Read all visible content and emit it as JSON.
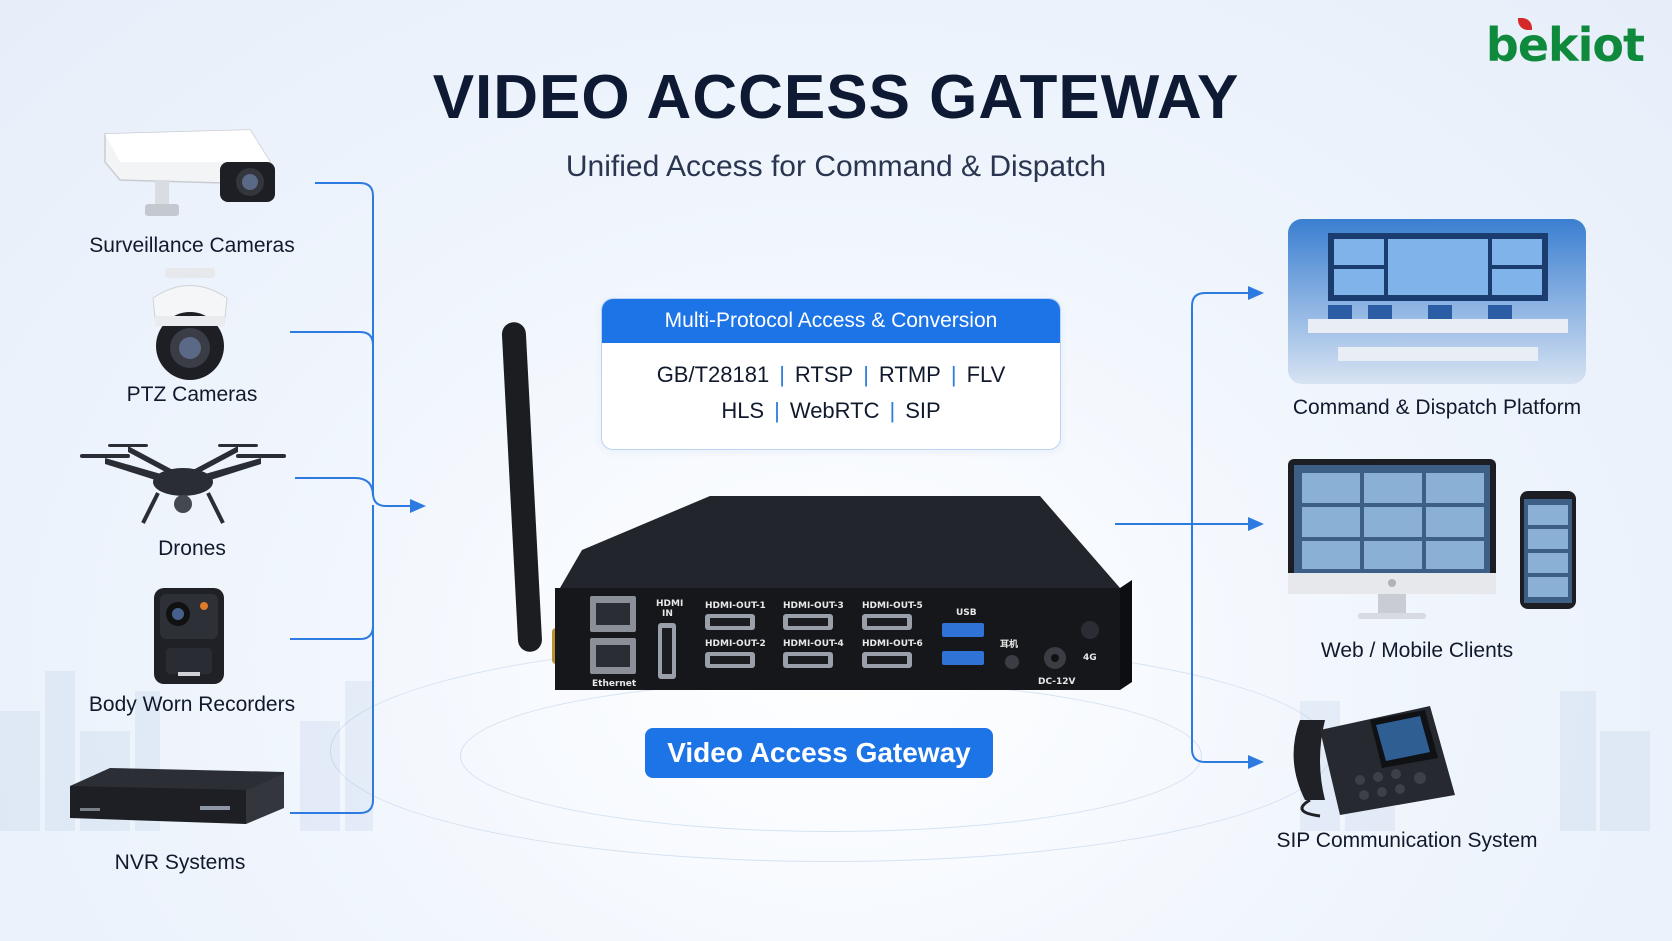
{
  "header": {
    "title": "VIDEO ACCESS GATEWAY",
    "subtitle": "Unified Access for Command & Dispatch",
    "logo": "bekiot"
  },
  "sources": [
    {
      "label": "Surveillance Cameras",
      "icon": "bullet-camera-icon"
    },
    {
      "label": "PTZ Cameras",
      "icon": "ptz-camera-icon"
    },
    {
      "label": "Drones",
      "icon": "drone-icon"
    },
    {
      "label": "Body Worn Recorders",
      "icon": "body-camera-icon"
    },
    {
      "label": "NVR Systems",
      "icon": "nvr-icon"
    }
  ],
  "protocols": {
    "header": "Multi-Protocol Access & Conversion",
    "row1": [
      "GB/T28181",
      "RTSP",
      "RTMP",
      "FLV"
    ],
    "row2": [
      "HLS",
      "WebRTC",
      "SIP"
    ]
  },
  "device": {
    "ports": {
      "hdmi_in": "HDMI",
      "hdmi_in_2": "IN",
      "ethernet": "Ethernet",
      "out1": "HDMI-OUT-1",
      "out2": "HDMI-OUT-2",
      "out3": "HDMI-OUT-3",
      "out4": "HDMI-OUT-4",
      "out5": "HDMI-OUT-5",
      "out6": "HDMI-OUT-6",
      "usb": "USB",
      "earphone": "耳机",
      "dc": "DC-12V",
      "lte": "4G"
    },
    "label": "Video Access Gateway"
  },
  "destinations": [
    {
      "label": "Command & Dispatch Platform",
      "icon": "control-room-icon"
    },
    {
      "label": "Web / Mobile Clients",
      "icon": "monitor-phone-icon"
    },
    {
      "label": "SIP Communication System",
      "icon": "ip-phone-icon"
    }
  ],
  "colors": {
    "accent": "#1c74e6",
    "line": "#2d7be0",
    "title": "#0e1a33",
    "logo": "#0f8a3c"
  }
}
